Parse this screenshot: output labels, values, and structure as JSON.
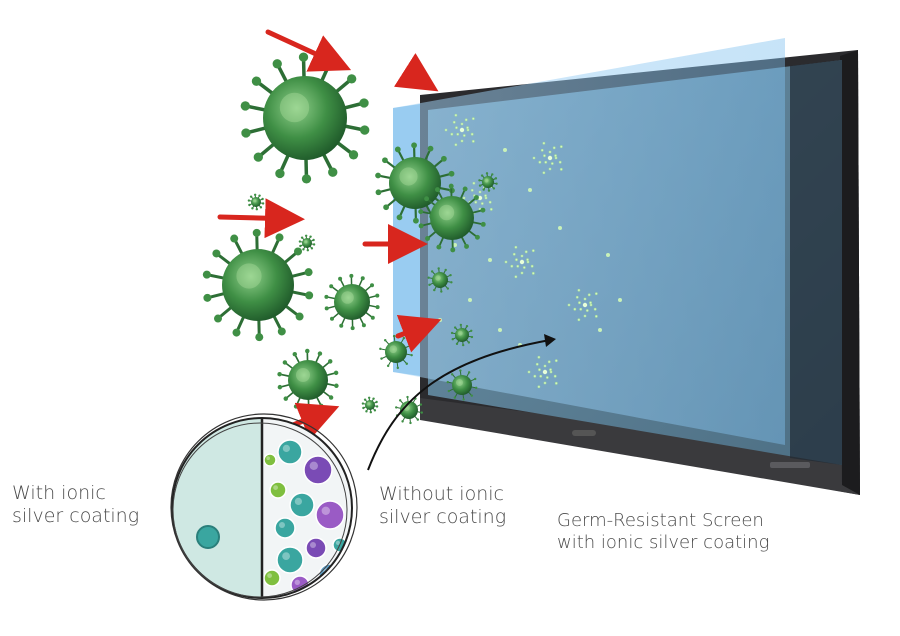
{
  "captions": {
    "with_coating": [
      "With ionic",
      "silver coating"
    ],
    "without_coating": [
      "Without ionic",
      "silver coating"
    ],
    "screen": [
      "Germ-Resistant Screen",
      "with ionic silver coating"
    ]
  },
  "colors": {
    "monitor_bezel": "#2b2b2e",
    "screen_glass": "#5a7f95",
    "coating_layer": "#9fd0f3",
    "virus_green": "#2e7d3a",
    "arrow_red": "#d8261e",
    "clean_side": "#cfe8e3"
  }
}
